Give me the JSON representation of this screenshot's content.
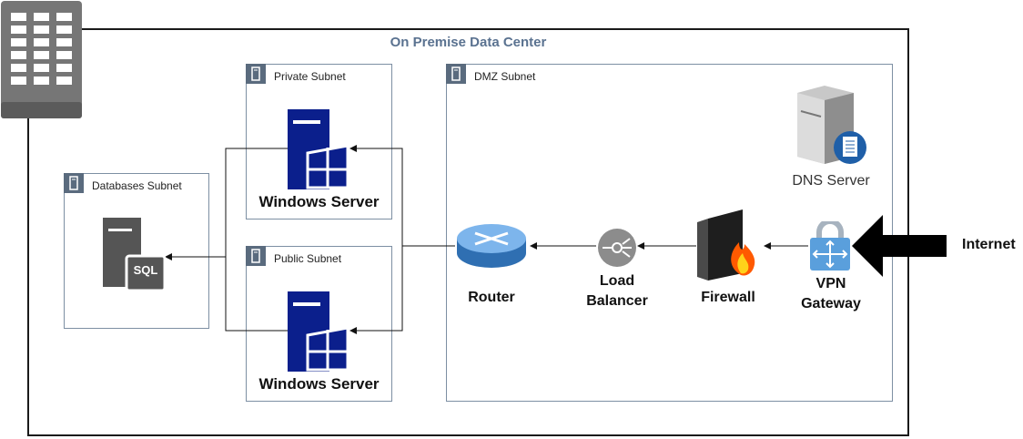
{
  "data_center": {
    "title": "On Premise Data Center"
  },
  "subnets": {
    "private": "Private Subnet",
    "public": "Public Subnet",
    "databases": "Databases Subnet",
    "dmz": "DMZ Subnet"
  },
  "nodes": {
    "windows_server_private": "Windows Server",
    "windows_server_public": "Windows Server",
    "sql_badge": "SQL",
    "router": "Router",
    "load_balancer_line1": "Load",
    "load_balancer_line2": "Balancer",
    "firewall": "Firewall",
    "vpn_line1": "VPN",
    "vpn_line2": "Gateway",
    "dns_server": "DNS Server",
    "internet": "Internet"
  },
  "colors": {
    "container_border": "#1a1a1a",
    "title": "#5a7290",
    "subnet_border": "#7d8fa3",
    "subnet_icon": "#5a6b7e",
    "windows_blue": "#0b1f8c",
    "sql_gray": "#555555",
    "router_blue": "#4f93d6",
    "lb_gray": "#8c8c8c",
    "vpn_blue": "#5a9fdc",
    "firewall_dark": "#2d2d2d",
    "flame": "#ff5a00"
  }
}
